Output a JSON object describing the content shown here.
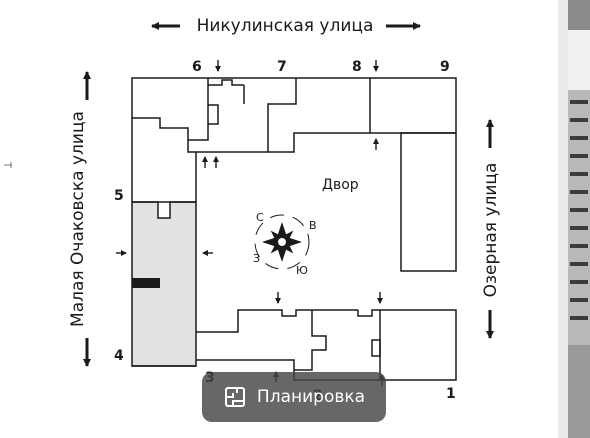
{
  "streets": {
    "top": "Никулинская улица",
    "left": "Малая Очаковска улица",
    "right": "Озерная улица"
  },
  "yard_label": "Двор",
  "compass": {
    "north": "С",
    "east": "В",
    "south": "Ю",
    "west": "З"
  },
  "section_numbers": [
    "1",
    "2",
    "3",
    "4",
    "5",
    "6",
    "7",
    "8",
    "9"
  ],
  "button": {
    "label": "Планировка",
    "icon": "floor-plan-icon"
  },
  "colors": {
    "highlight_section": "#e2e2e2",
    "line": "#1a1a1a",
    "button_bg": "#464646"
  }
}
